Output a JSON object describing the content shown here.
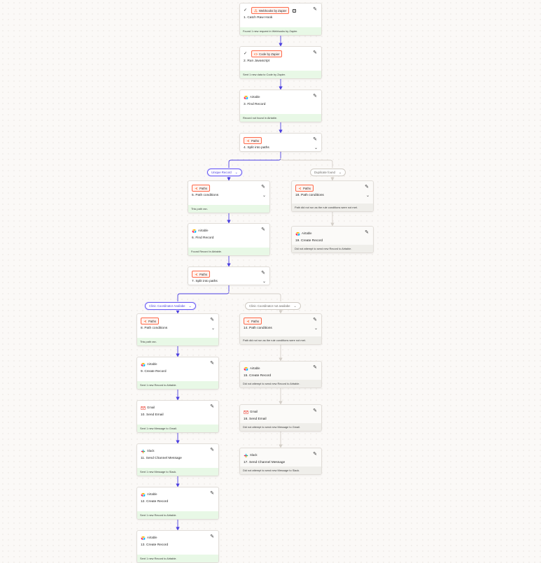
{
  "colors": {
    "active_edge": "#4b3fe0",
    "inactive_edge": "#d4cfc8",
    "success_bg": "#e8f8e6",
    "skipped_bg": "#efeeea",
    "paths_badge": "#ff6a4a"
  },
  "icons": {
    "check": "check-icon",
    "edit": "pencil-icon",
    "expand": "chevron-down-icon",
    "extra": "filter-icon"
  },
  "steps": [
    {
      "id": "s1",
      "app": "Webhooks by Zapier",
      "icon": "webhook",
      "title": "1. Catch Raw Hook",
      "status": "Found 1 new request in Webhooks by Zapier.",
      "state": "success",
      "badge": true,
      "check": true,
      "extra": true
    },
    {
      "id": "s2",
      "app": "Code by Zapier",
      "icon": "code",
      "title": "2. Run Javascript",
      "status": "Sent 1 new data to Code by Zapier.",
      "state": "success",
      "badge": true,
      "check": true
    },
    {
      "id": "s3",
      "app": "Airtable",
      "icon": "airtable",
      "title": "3. Find Record",
      "status": "Record not found in Airtable.",
      "state": "success"
    },
    {
      "id": "s4",
      "app": "Paths",
      "icon": "paths",
      "title": "4. Split into paths",
      "state": "none",
      "badge": true,
      "chevron": true
    },
    {
      "id": "s5",
      "app": "Paths",
      "icon": "paths",
      "title": "5. Path conditions",
      "status": "This path ran.",
      "state": "success",
      "badge": true,
      "chevron": true
    },
    {
      "id": "s6",
      "app": "Airtable",
      "icon": "airtable",
      "title": "6. Find Record",
      "status": "Found Record in Airtable.",
      "state": "success"
    },
    {
      "id": "s7",
      "app": "Paths",
      "icon": "paths",
      "title": "7. Split into paths",
      "state": "none",
      "badge": true,
      "chevron": true
    },
    {
      "id": "s8",
      "app": "Paths",
      "icon": "paths",
      "title": "8. Path conditions",
      "status": "This path ran.",
      "state": "success",
      "badge": true,
      "chevron": true
    },
    {
      "id": "s9",
      "app": "Airtable",
      "icon": "airtable",
      "title": "9. Create Record",
      "status": "Sent 1 new Record to Airtable.",
      "state": "success"
    },
    {
      "id": "s10",
      "app": "Gmail",
      "icon": "gmail",
      "title": "10. Send Email",
      "status": "Sent 1 new Message to Gmail.",
      "state": "success"
    },
    {
      "id": "s11",
      "app": "Slack",
      "icon": "slack",
      "title": "11. Send Channel Message",
      "status": "Sent 1 new Message to Slack.",
      "state": "success"
    },
    {
      "id": "s12",
      "app": "Airtable",
      "icon": "airtable",
      "title": "12. Create Record",
      "status": "Sent 1 new Record to Airtable.",
      "state": "success"
    },
    {
      "id": "s13",
      "app": "Airtable",
      "icon": "airtable",
      "title": "13. Create Record",
      "status": "Sent 1 new Record to Airtable.",
      "state": "success"
    },
    {
      "id": "s14",
      "app": "Paths",
      "icon": "paths",
      "title": "14. Path conditions",
      "status": "Path did not run as the rule conditions were not met.",
      "state": "skipped",
      "badge": true,
      "chevron": true
    },
    {
      "id": "s15",
      "app": "Airtable",
      "icon": "airtable",
      "title": "15. Create Record",
      "status": "Did not attempt to send new Record to Airtable.",
      "state": "skipped"
    },
    {
      "id": "s16",
      "app": "Gmail",
      "icon": "gmail",
      "title": "16. Send Email",
      "status": "Did not attempt to send new Message to Gmail.",
      "state": "skipped"
    },
    {
      "id": "s17",
      "app": "Slack",
      "icon": "slack",
      "title": "17. Send Channel Message",
      "status": "Did not attempt to send new Message to Slack.",
      "state": "skipped"
    },
    {
      "id": "s18",
      "app": "Paths",
      "icon": "paths",
      "title": "18. Path conditions",
      "status": "Path did not run as the rule conditions were not met.",
      "state": "skipped",
      "badge": true,
      "chevron": true
    },
    {
      "id": "s19",
      "app": "Airtable",
      "icon": "airtable",
      "title": "19. Create Record",
      "status": "Did not attempt to send new Record to Airtable.",
      "state": "skipped"
    }
  ],
  "branches": [
    {
      "id": "b1",
      "label": "Unique Record",
      "active": true
    },
    {
      "id": "b2",
      "label": "Duplicate found",
      "active": false
    },
    {
      "id": "b3",
      "label": "Clinic Coordinator Availabe",
      "active": true
    },
    {
      "id": "b4",
      "label": "Clinic Coordinator not availabe",
      "active": false
    }
  ]
}
